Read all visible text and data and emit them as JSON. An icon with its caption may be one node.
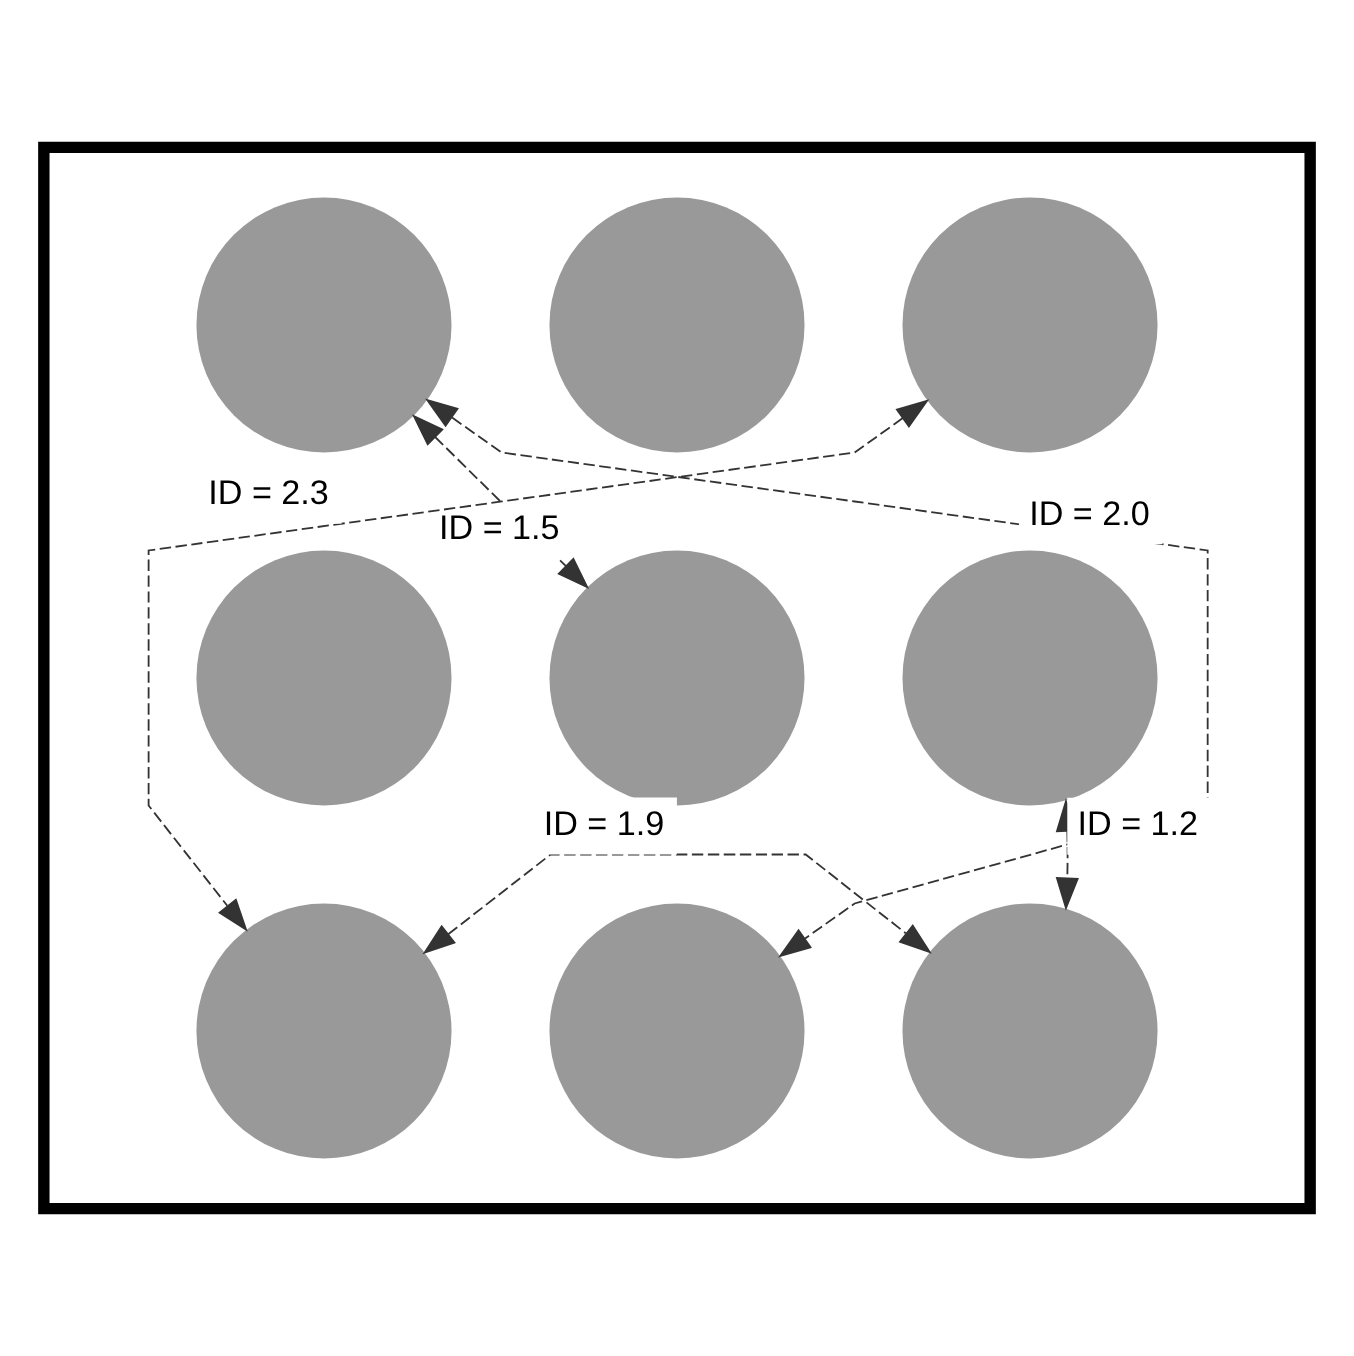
{
  "diagram": {
    "nodes": [
      {
        "text": [],
        "shape": "box"
      },
      {
        "text": [],
        "shape": "circle",
        "in": 0
      },
      {
        "text": [],
        "shape": "circle",
        "in": 0
      },
      {
        "text": [],
        "shape": "circle",
        "in": 0
      },
      {
        "text": [],
        "shape": "circle",
        "in": 0
      },
      {
        "text": [],
        "shape": "circle",
        "in": 0
      },
      {
        "text": [],
        "shape": "circle",
        "in": 0
      },
      {
        "text": [],
        "shape": "circle",
        "in": 0
      },
      {
        "text": [],
        "shape": "circle",
        "in": 0
      },
      {
        "text": [],
        "shape": "circle",
        "in": 0
      }
    ],
    "edges": [
      {
        "from": 1,
        "to": 5,
        "arrow": "both",
        "label": "ID = 1.5",
        "style": "dashed"
      },
      {
        "from": 3,
        "to": 7,
        "arrow": "both",
        "label": "ID = 2.3",
        "style": "dashed"
      },
      {
        "from": 1,
        "to": 8,
        "arrow": "both",
        "label": "ID = 2.0",
        "style": "dashed"
      },
      {
        "from": 6,
        "to": 9,
        "arrow": "both",
        "label": "ID = 1.2",
        "style": "dashed"
      },
      {
        "from": 7,
        "to": 9,
        "arrow": "both",
        "label": "ID = 1.9",
        "style": "dashed"
      }
    ]
  }
}
